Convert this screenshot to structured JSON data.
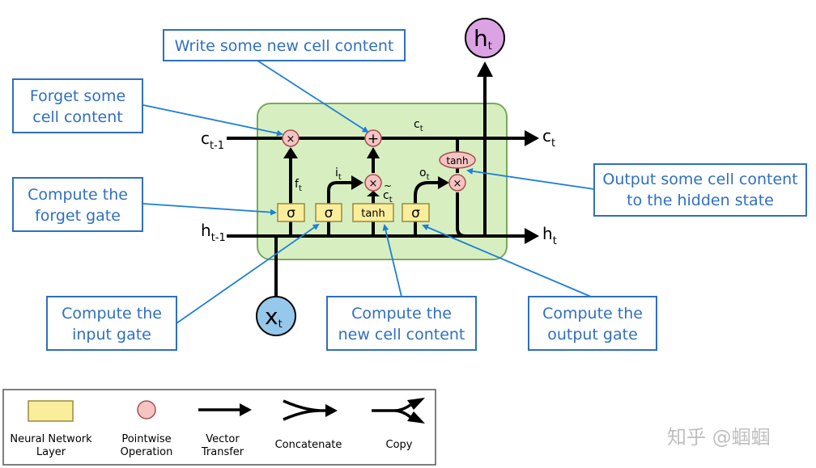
{
  "colors": {
    "cell_fill": "#d7efc0",
    "cell_border": "#79a95a",
    "gate_fill": "#faee9c",
    "gate_border": "#9b8a3b",
    "op_fill": "#f6c4c3",
    "op_border": "#a55050",
    "label_blue": "#2f6fc0",
    "ht_fill": "#dca3e4",
    "xt_fill": "#96c8ec"
  },
  "callouts": {
    "write": "Write some new cell content",
    "forget_content_1": "Forget some",
    "forget_content_2": "cell content",
    "forget_gate_1": "Compute the",
    "forget_gate_2": "forget gate",
    "output_content_1": "Output some cell content",
    "output_content_2": "to the hidden state",
    "input_gate_1": "Compute the",
    "input_gate_2": "input gate",
    "new_content_1": "Compute the",
    "new_content_2": "new cell content",
    "output_gate_1": "Compute the",
    "output_gate_2": "output gate"
  },
  "cell": {
    "c_prev": "c",
    "c_prev_sub": "t-1",
    "h_prev": "h",
    "h_prev_sub": "t-1",
    "c_out": "c",
    "c_out_sub": "t",
    "h_out": "h",
    "h_out_sub": "t",
    "c_mid": "c",
    "c_mid_sub": "t",
    "f": "f",
    "f_sub": "t",
    "i": "i",
    "i_sub": "t",
    "o": "o",
    "o_sub": "t",
    "c_tilde": "c",
    "c_tilde_sub": "t",
    "tilde": "~",
    "sigma": "σ",
    "tanh": "tanh",
    "times": "×",
    "plus": "+",
    "h_top": "h",
    "h_top_sub": "t",
    "x_in": "x",
    "x_in_sub": "t"
  },
  "legend": {
    "nn_layer_1": "Neural Network",
    "nn_layer_2": "Layer",
    "pointwise_1": "Pointwise",
    "pointwise_2": "Operation",
    "vector_1": "Vector",
    "vector_2": "Transfer",
    "concat": "Concatenate",
    "copy": "Copy"
  },
  "watermark": "知乎 @蝈蝈"
}
